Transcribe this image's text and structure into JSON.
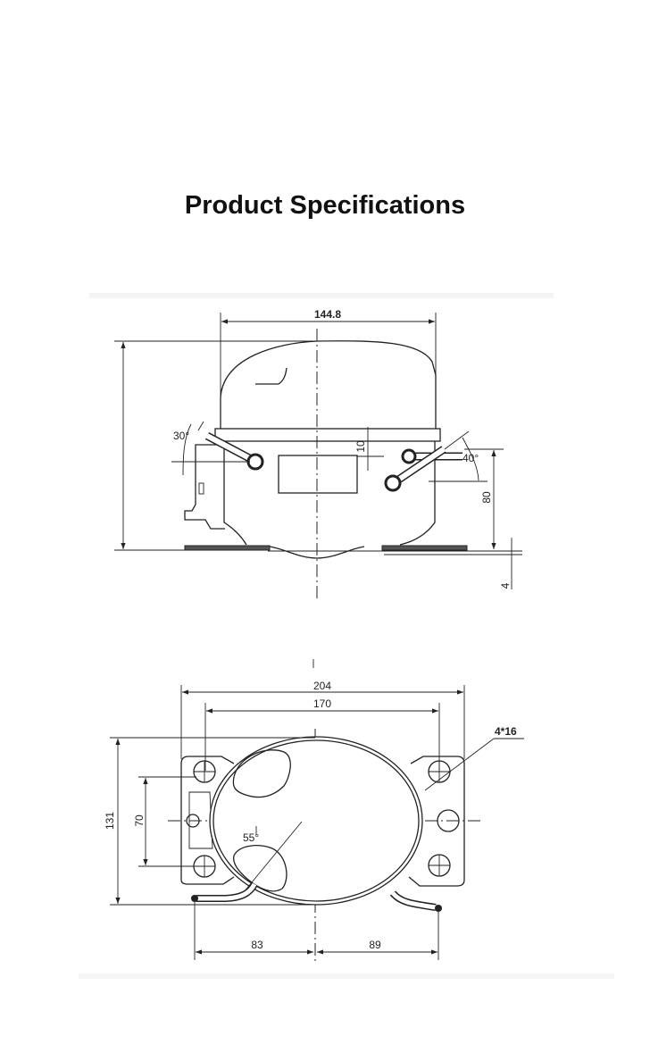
{
  "page": {
    "title": "Product Specifications"
  },
  "side_view": {
    "width_label": "144.8",
    "angle_left_label": "30°",
    "angle_right_label": "40°",
    "gap_label": "10",
    "tube_height_label": "80",
    "foot_label": "4"
  },
  "top_view": {
    "overall_width_label": "204",
    "mount_width_label": "170",
    "depth_label": "131",
    "mount_depth_label": "70",
    "holes_label": "4*16",
    "angle_label": "55°",
    "left_offset_label": "83",
    "right_offset_label": "89"
  }
}
